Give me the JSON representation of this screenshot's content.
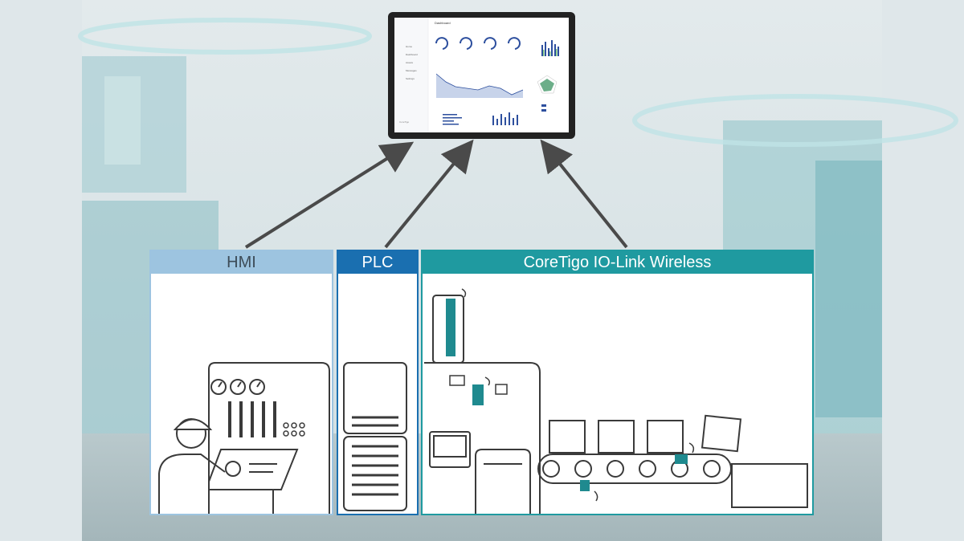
{
  "panels": {
    "hmi": {
      "label": "HMI",
      "color": "#9dc4e0"
    },
    "plc": {
      "label": "PLC",
      "color": "#1a6fb0"
    },
    "iolink": {
      "label": "CoreTigo IO-Link Wireless",
      "color": "#1f9aa0"
    }
  },
  "dashboard": {
    "title": "Dashboard",
    "nav": [
      "Home",
      "Dashboard",
      "Assets",
      "Messages",
      "Settings"
    ],
    "logo": "CoreTigo"
  },
  "colors": {
    "arrow": "#4a4a4a",
    "line_art": "#3a3a3a",
    "device_teal": "#1f8a8f",
    "background": "#dfe7ea"
  }
}
